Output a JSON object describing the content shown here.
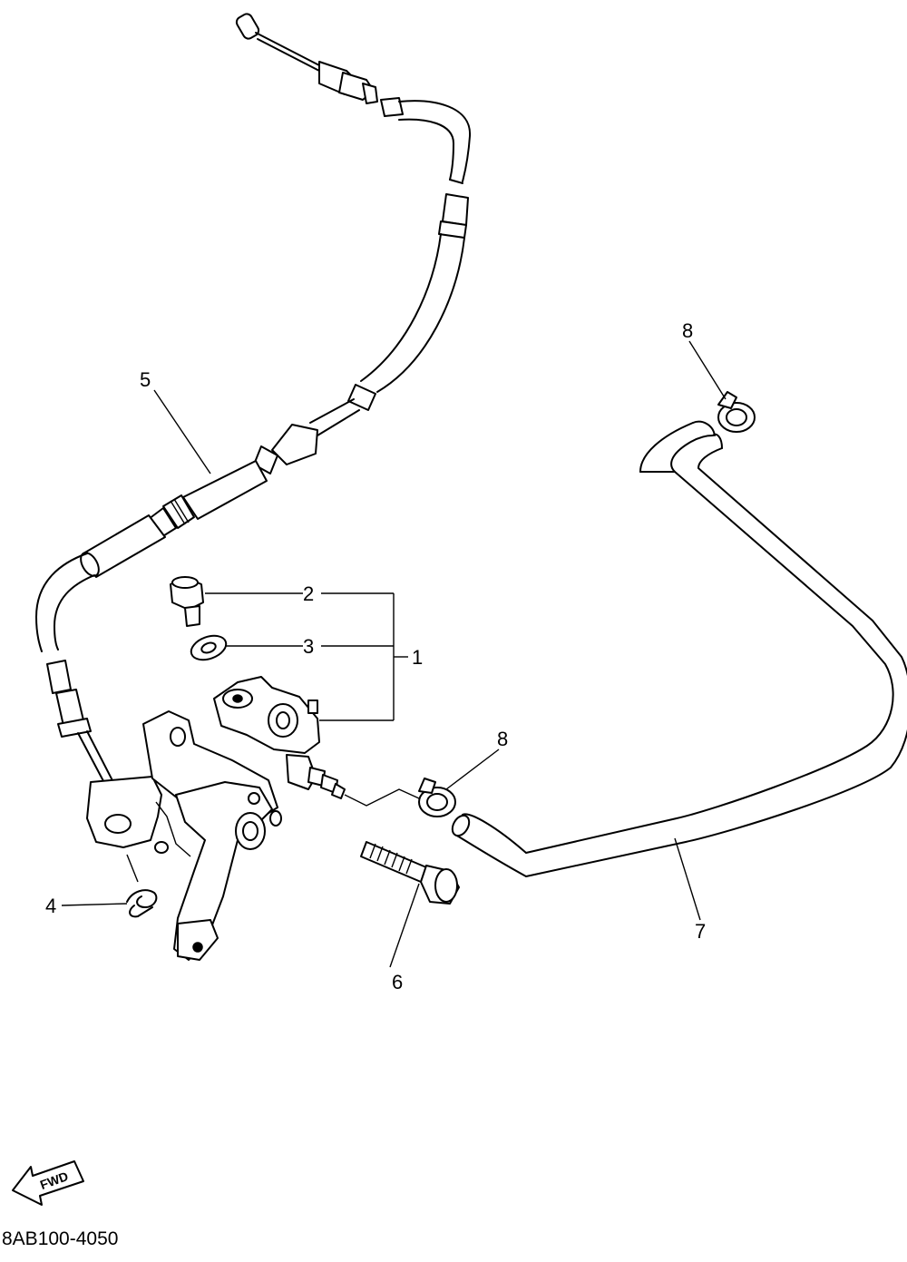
{
  "diagram": {
    "part_code": "8AB100-4050",
    "direction_label": "FWD",
    "callouts": [
      {
        "id": "c1",
        "label": "1"
      },
      {
        "id": "c2",
        "label": "2"
      },
      {
        "id": "c3",
        "label": "3"
      },
      {
        "id": "c4",
        "label": "4"
      },
      {
        "id": "c5",
        "label": "5"
      },
      {
        "id": "c6",
        "label": "6"
      },
      {
        "id": "c7",
        "label": "7"
      },
      {
        "id": "c8a",
        "label": "8"
      },
      {
        "id": "c8b",
        "label": "8"
      }
    ]
  }
}
